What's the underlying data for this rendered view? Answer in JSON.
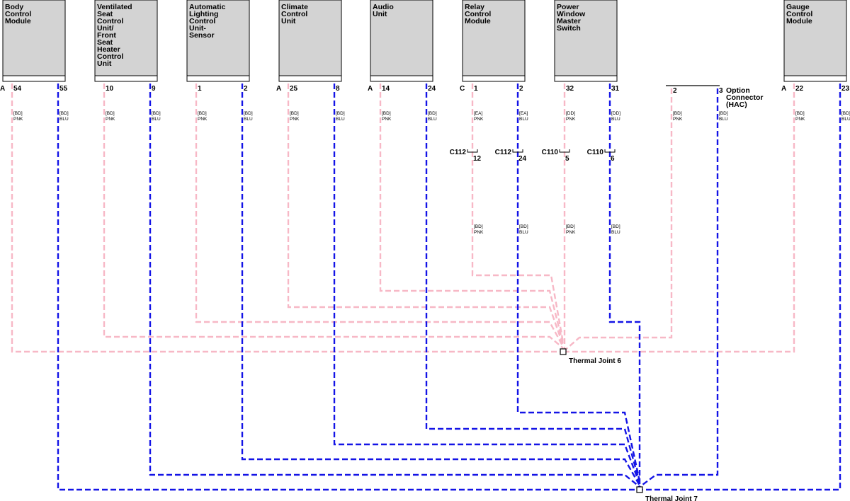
{
  "colors": {
    "pink": "#f7b8c6",
    "blue": "#1414e6",
    "module_fill": "#d3d3d3"
  },
  "modules": [
    {
      "id": "bcm",
      "title": [
        "Body",
        "Control",
        "Module"
      ]
    },
    {
      "id": "vsc",
      "title": [
        "Ventilated",
        "Seat",
        "Control",
        "Unit/",
        "Front",
        "Seat",
        "Heater",
        "Control",
        "Unit"
      ]
    },
    {
      "id": "als",
      "title": [
        "Automatic",
        "Lighting",
        "Control",
        "Unit-",
        "Sensor"
      ]
    },
    {
      "id": "ccu",
      "title": [
        "Climate",
        "Control",
        "Unit"
      ]
    },
    {
      "id": "aud",
      "title": [
        "Audio",
        "Unit"
      ]
    },
    {
      "id": "rcm",
      "title": [
        "Relay",
        "Control",
        "Module"
      ]
    },
    {
      "id": "pwm",
      "title": [
        "Power",
        "Window",
        "Master",
        "Switch"
      ]
    },
    {
      "id": "gcm",
      "title": [
        "Gauge",
        "Control",
        "Module"
      ]
    }
  ],
  "option_connector": {
    "title": [
      "Option",
      "Connector",
      "(HAC)"
    ],
    "pin_pink": "2",
    "pin_blue": "3"
  },
  "pins": {
    "bcm": {
      "connector": "A",
      "pink": "54",
      "blue": "55"
    },
    "vsc": {
      "connector": "",
      "pink": "10",
      "blue": "9"
    },
    "als": {
      "connector": "",
      "pink": "1",
      "blue": "2"
    },
    "ccu": {
      "connector": "A",
      "pink": "25",
      "blue": "8"
    },
    "aud": {
      "connector": "A",
      "pink": "14",
      "blue": "24"
    },
    "rcm": {
      "connector": "C",
      "pink": "1",
      "blue": "2"
    },
    "pwm": {
      "connector": "",
      "pink": "32",
      "blue": "31"
    },
    "gcm": {
      "connector": "A",
      "pink": "22",
      "blue": "23"
    }
  },
  "wire_labels": {
    "bcm": {
      "pink": [
        "[BD]",
        "PNK"
      ],
      "blue": [
        "[BD]",
        "BLU"
      ]
    },
    "vsc": {
      "pink": [
        "[BD]",
        "PNK"
      ],
      "blue": [
        "[BD]",
        "BLU"
      ]
    },
    "als": {
      "pink": [
        "[BD]",
        "PNK"
      ],
      "blue": [
        "[BD]",
        "BLU"
      ]
    },
    "ccu": {
      "pink": [
        "[BD]",
        "PNK"
      ],
      "blue": [
        "[BD]",
        "BLU"
      ]
    },
    "aud": {
      "pink": [
        "[BD]",
        "PNK"
      ],
      "blue": [
        "[BD]",
        "BLU"
      ]
    },
    "rcm": {
      "pink": [
        "[EA]",
        "PNK"
      ],
      "blue": [
        "[EA]",
        "BLU"
      ]
    },
    "pwm": {
      "pink": [
        "[DD]",
        "PNK"
      ],
      "blue": [
        "[DD]",
        "BLU"
      ]
    },
    "opt": {
      "pink": [
        "[BD]",
        "PNK"
      ],
      "blue": [
        "[BD]",
        "BLU"
      ]
    },
    "gcm": {
      "pink": [
        "[BD]",
        "PNK"
      ],
      "blue": [
        "[BD]",
        "BLU"
      ]
    }
  },
  "inline_connectors": [
    {
      "id": "rcm_pink",
      "name": "C112",
      "pin": "12"
    },
    {
      "id": "rcm_blue",
      "name": "C112",
      "pin": "24"
    },
    {
      "id": "pwm_pink",
      "name": "C110",
      "pin": "5"
    },
    {
      "id": "pwm_blue",
      "name": "C110",
      "pin": "6"
    }
  ],
  "lower_wire_labels": {
    "rcm": {
      "pink": [
        "[BD]",
        "PNK"
      ],
      "blue": [
        "[BD]",
        "BLU"
      ]
    },
    "pwm": {
      "pink": [
        "[BD]",
        "PNK"
      ],
      "blue": [
        "[BD]",
        "BLU"
      ]
    }
  },
  "joints": {
    "pink": "Thermal Joint 6",
    "blue": "Thermal Joint 7"
  }
}
